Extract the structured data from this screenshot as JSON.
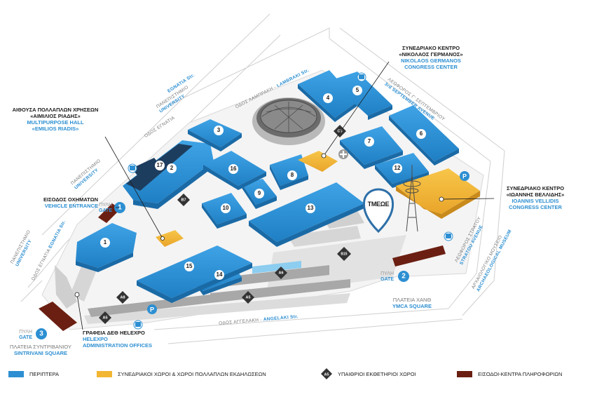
{
  "colors": {
    "pavilion": "#2d8fd2",
    "congress": "#f2b632",
    "outdoor": "#9a9a9a",
    "entrance": "#6b1f12",
    "road": "#e6e6e6"
  },
  "buildings": [
    "1",
    "2",
    "3",
    "4",
    "5",
    "6",
    "7",
    "8",
    "9",
    "10",
    "12",
    "13",
    "14",
    "15",
    "16",
    "17"
  ],
  "outdoor_areas": [
    "A5",
    "A5",
    "A6",
    "A8",
    "B7",
    "B15",
    "C3"
  ],
  "venues": {
    "multipurpose": {
      "gr1": "ΑΙΘΟΥΣΑ ΠΟΛΛΑΠΛΩΝ ΧΡΗΣΕΩΝ",
      "gr2": "«ΑΙΜΙΛΙΟΣ ΡΙΑΔΗΣ»",
      "en1": "MULTIPURPOSE HALL",
      "en2": "«EMILIOS RIADIS»"
    },
    "germanos": {
      "gr1": "ΣΥΝΕΔΡΙΑΚΟ ΚΕΝΤΡΟ",
      "gr2": "«ΝΙΚΟΛΑΟΣ ΓΕΡΜΑΝΟΣ»",
      "en1": "NIKOLAOS GERMANOS",
      "en2": "CONGRESS CENTER"
    },
    "vellidis": {
      "gr1": "ΣΥΝΕΔΡΙΑΚΟ ΚΕΝΤΡΟ",
      "gr2": "«ΙΩΑΝΝΗΣ ΒΕΛΛΙΔΗΣ»",
      "en1": "IOANNIS VELLIDIS",
      "en2": "CONGRESS CENTER"
    },
    "vehicle": {
      "gr": "ΕΙΣΟΔΟΣ ΟΧΗΜΑΤΩΝ",
      "en": "VEHICLE ENTRANCE"
    },
    "offices": {
      "gr": "ΓΡΑΦΕΙΑ ΔΕΘ HELEXPO",
      "en1": "HELEXPO",
      "en2": "ADMINISTRATION OFFICES"
    }
  },
  "gates": [
    {
      "gr": "ΠΥΛΗ",
      "en": "GATE",
      "num": "1"
    },
    {
      "gr": "ΠΥΛΗ",
      "en": "GATE",
      "num": "2"
    },
    {
      "gr": "ΠΥΛΗ",
      "en": "GATE",
      "num": "3"
    }
  ],
  "squares": {
    "ymca": {
      "gr": "ΠΛΑΤΕΙΑ ΧΑΝΘ",
      "en": "YMCA SQUARE"
    },
    "sintrivani": {
      "gr": "ΠΛΑΤΕΙΑ ΣΥΝΤΡΙΒΑΝΙΟΥ",
      "en": "SINTRIVANI SQUARE"
    }
  },
  "streets": {
    "lambraki": {
      "gr": "ΟΔΟΣ ΛΑΜΠΡΑΚΗ -",
      "en": "LAMBRAKI Str."
    },
    "egnatia_top": {
      "gr": "ΟΔΟΣ ΕΓΝΑΤΙΑ",
      "en": "EGNATIA Str."
    },
    "university_top": {
      "gr": "ΠΑΝΕΠΙΣΤΗΜΙΟ",
      "en": "UNIVERSITY"
    },
    "university_mid": {
      "gr": "ΠΑΝΕΠΙΣΤΗΜΙΟ",
      "en": "UNIVERSITY"
    },
    "university_low": {
      "gr": "ΠΑΝΕΠΙΣΤΗΜΙΟ",
      "en": "UNIVERSITY"
    },
    "egnatia_low": {
      "gr": "ΟΔΟΣ ΕΓΝΑΤΙΑ",
      "en": "EGNATIA Str."
    },
    "september": {
      "gr": "ΛΕΩΦΟΡΟΣ Γ' ΣΕΠΤΕΜΒΡΙΟΥ",
      "en": "3rd SEPTEMBER AVENUE"
    },
    "stratou": {
      "gr": "ΛΕΩΦΟΡΟΣ ΣΤΡΑΤΟΥ",
      "en": "STRATOU AVENUE"
    },
    "museum": {
      "gr": "ΑΡΧΑΙΟΛΟΓΙΚΟ ΜΟΥΣΕΙΟ",
      "en": "ARCHAEOLOGICAL MUSEUM"
    },
    "angelaki": {
      "gr": "ΟΔΟΣ ΑΓΓΕΛΑΚΗ -",
      "en": "ANGELAKI Str."
    }
  },
  "tower_logo": "TMEΩE",
  "icons": [
    "bus-icon",
    "bus-icon",
    "bus-icon",
    "bus-icon",
    "parking-icon",
    "parking-icon",
    "first-aid-icon",
    "location-pin-icon"
  ],
  "legend": [
    {
      "label": "ΠΕΡΙΠΤΕΡΑ",
      "color": "#2d8fd2"
    },
    {
      "label": "ΣΥΝΕΔΡΙΑΚΟΙ ΧΩΡΟΙ & ΧΩΡΟΙ ΠΟΛΛΑΠΛΩΝ ΕΚΔΗΛΩΣΕΩΝ",
      "color": "#f2b632"
    },
    {
      "label": "ΥΠΑΙΘΡΙΟΙ ΕΚΘΕΤΗΡΙΟΙ ΧΩΡΟΙ",
      "icon": "A5"
    },
    {
      "label": "ΕΙΣΟΔΟΙ-ΚΕΝΤΡΑ ΠΛΗΡΟΦΟΡΙΩΝ",
      "color": "#6b1f12"
    }
  ]
}
